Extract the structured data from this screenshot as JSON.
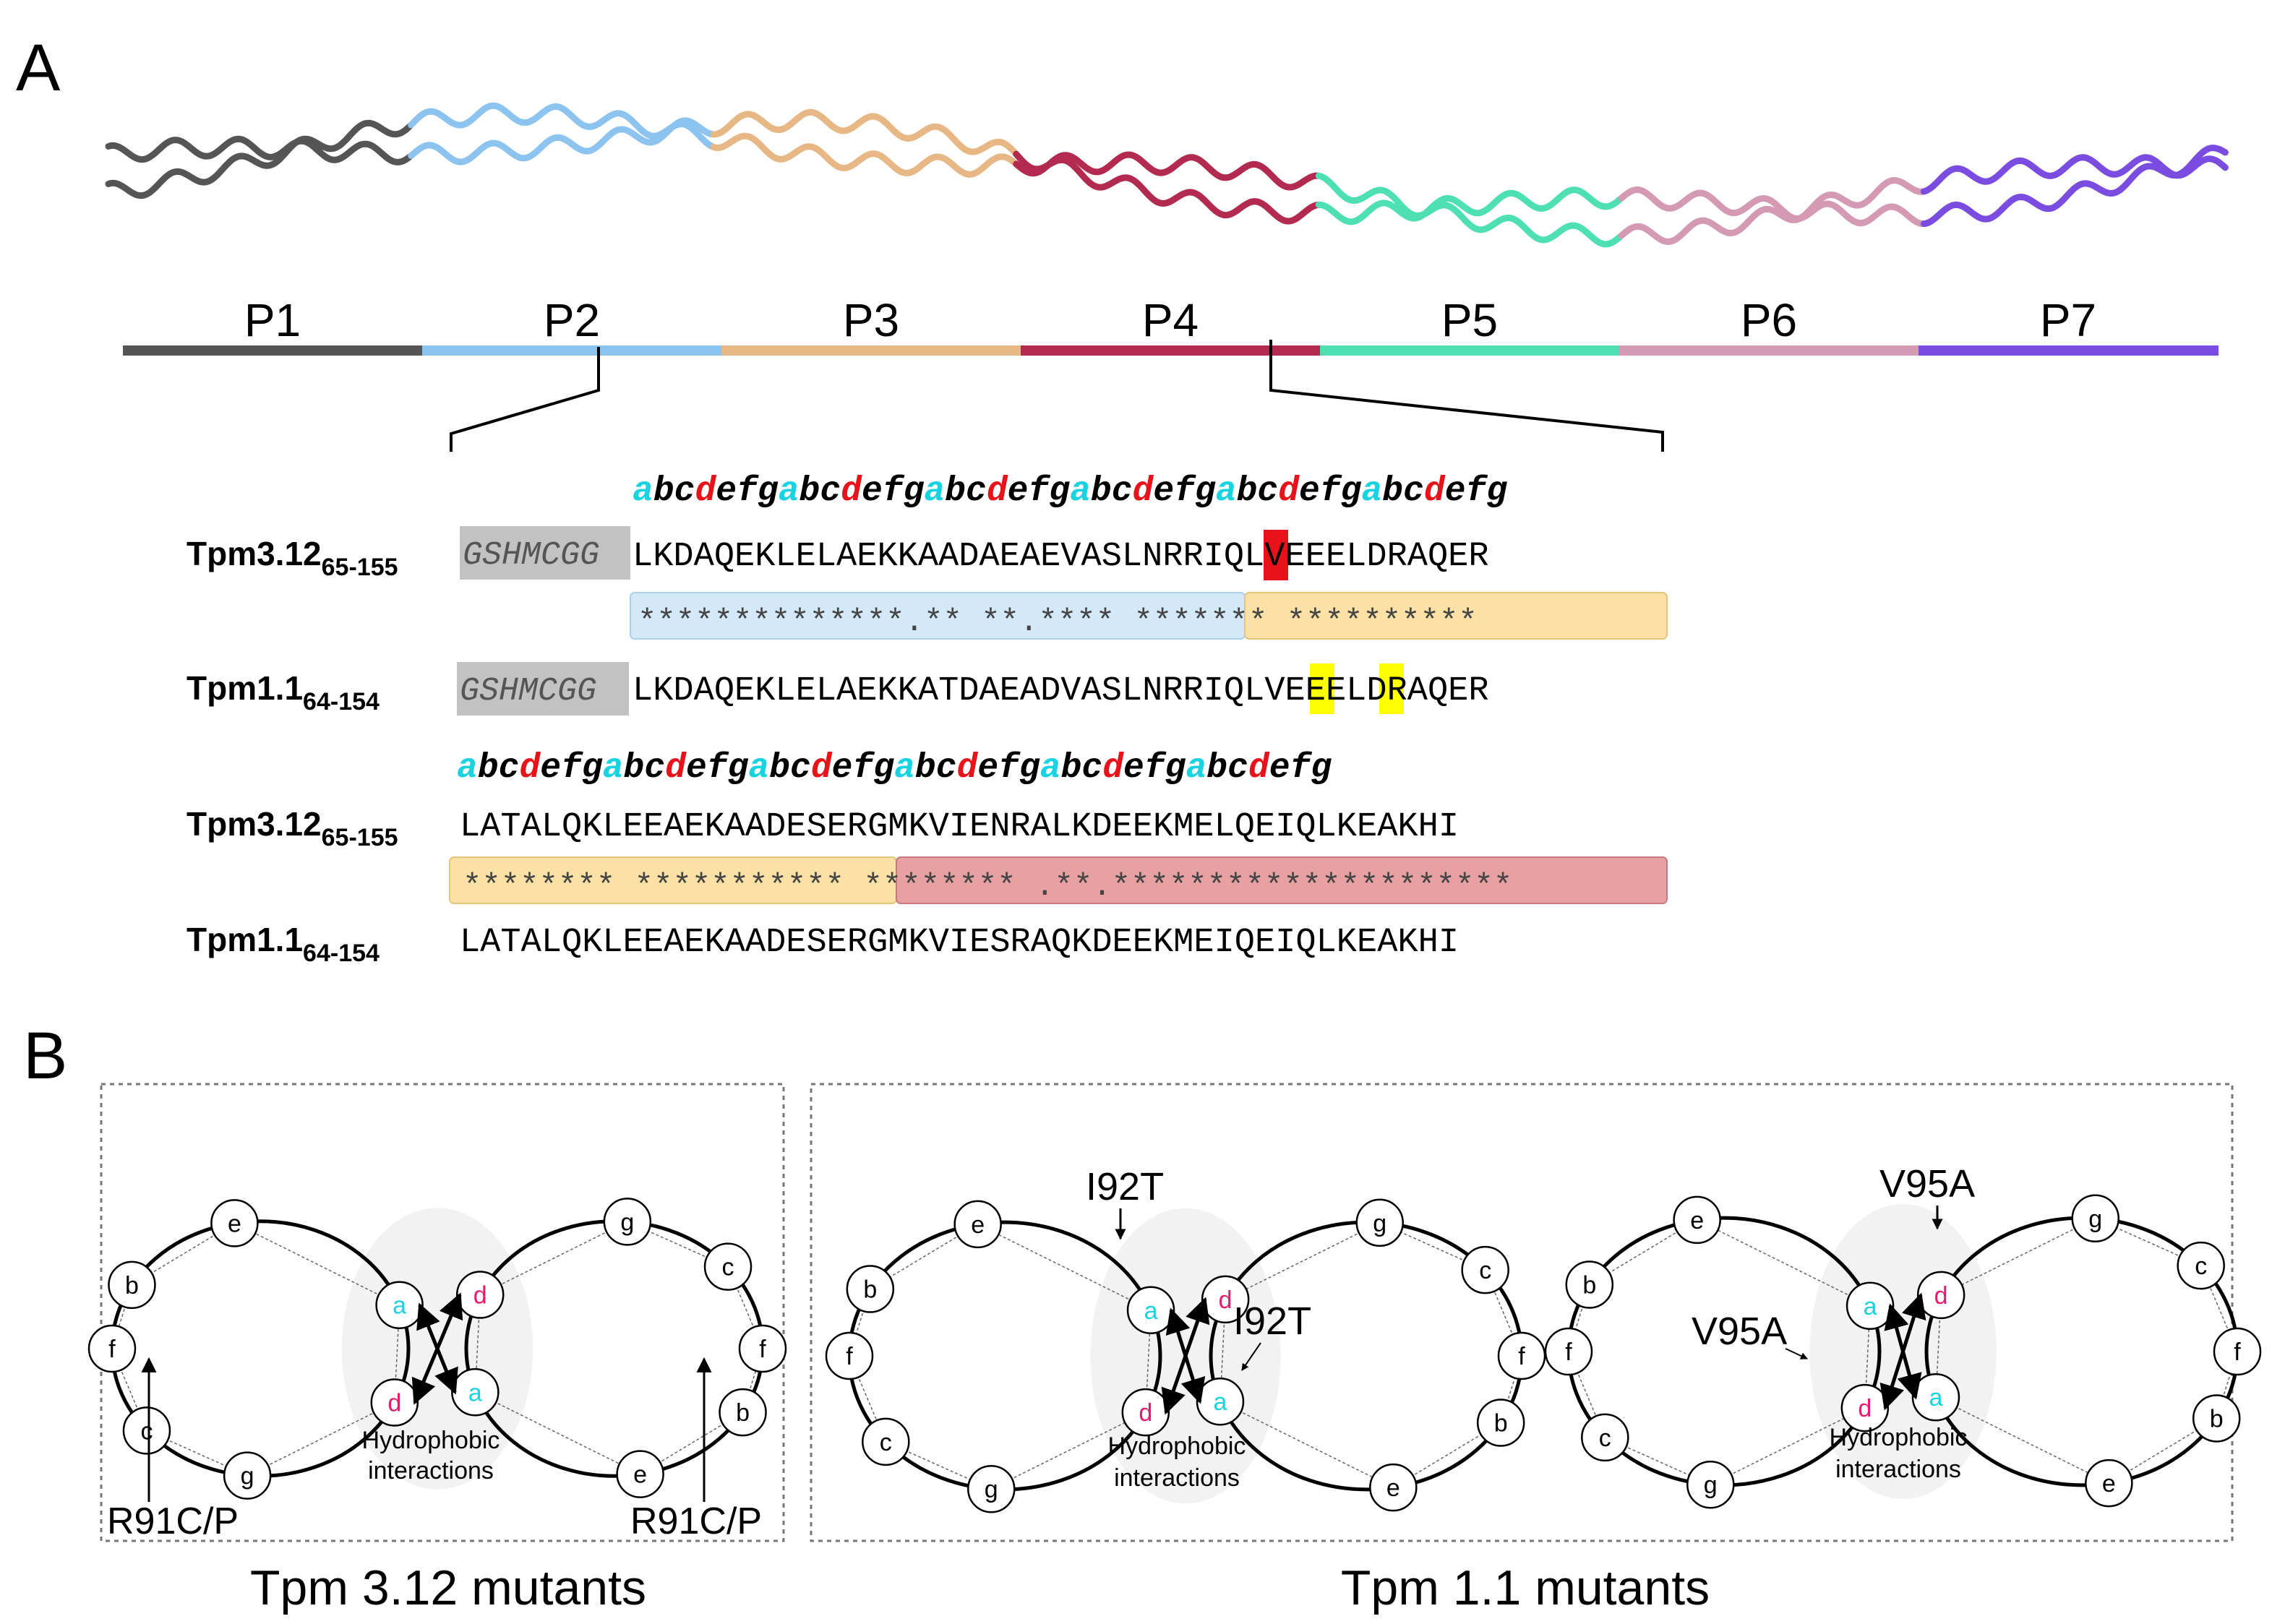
{
  "panelA": {
    "label": "A",
    "segments": [
      {
        "name": "P1",
        "color": "#555555"
      },
      {
        "name": "P2",
        "color": "#8cc4ef"
      },
      {
        "name": "P3",
        "color": "#e7b886"
      },
      {
        "name": "P4",
        "color": "#b22a4f"
      },
      {
        "name": "P5",
        "color": "#4ee0b2"
      },
      {
        "name": "P6",
        "color": "#d49ab4"
      },
      {
        "name": "P7",
        "color": "#7a4de0"
      }
    ],
    "heptad1": "abcdefgabcdefgabcdefgabcdefgabcdefgabcdefg",
    "heptad2": "abcdefgabcdefgabcdefgabcdefgabcdefgabcdefg",
    "rows": [
      {
        "label": "Tpm3.12",
        "sub": "65-155",
        "tag": "GSHMCGG",
        "seq": "LKDAQEKLELAEKKAADAEAEVASLNRRIQLVEEELDRAQER"
      },
      {
        "label": "Tpm1.1",
        "sub": "64-154",
        "tag": "GSHMCGG",
        "seq": "LKDAQEKLELAEKKATDAEADVASLNRRIQLVEEELDRAQER"
      },
      {
        "label": "Tpm3.12",
        "sub": "65-155",
        "seq": "LATALQKLEEAEKAADESERGMKVIENRALKDEEKMELQEIQLKEAKHI"
      },
      {
        "label": "Tpm1.1",
        "sub": "64-154",
        "seq": "LATALQKLEEAEKAADESERGMKVIESRAQKDEEKMEIQEIQLKEAKHI"
      }
    ],
    "cons1": "**************.** **.**** ******* **********",
    "cons2": "******** *********** ******** .**.*********************"
  },
  "panelB": {
    "label": "B",
    "left_title": "Tpm 3.12 mutants",
    "right_title": "Tpm 1.1 mutants",
    "hydro": [
      "Hydrophobic",
      "interactions"
    ],
    "mutations": {
      "m1": "R91C/P",
      "m2": "I92T",
      "m3": "V95A"
    },
    "heptad_letters": [
      "a",
      "b",
      "c",
      "d",
      "e",
      "f",
      "g"
    ],
    "colors": {
      "a": "#19d3e0",
      "d": "#e8196e",
      "red": "#e8121a",
      "yellow": "#ffff00",
      "blue_band": "#d3e9f8",
      "orange_band": "#fbe1a6",
      "pink_band": "#e7a1a3",
      "grey_tag": "#c2c2c2"
    }
  }
}
